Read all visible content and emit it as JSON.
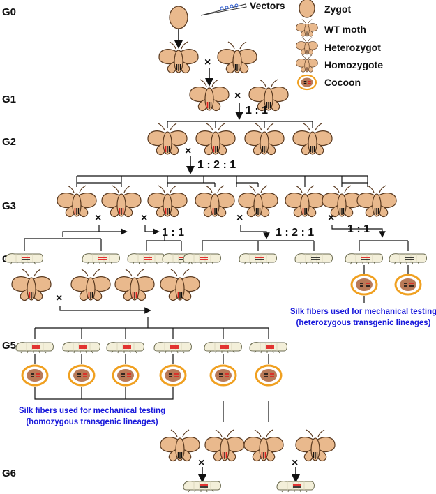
{
  "generations": {
    "g0": "G0",
    "g1": "G1",
    "g2": "G2",
    "g3": "G3",
    "g4": "G4",
    "g5": "G5",
    "g6": "G6"
  },
  "vectors_label": "Vectors",
  "legend": {
    "zygote": "Zygot",
    "wt_moth": "WT moth",
    "heterozygot": "Heterozygot",
    "homozygote": "Homozygote",
    "cocoon": "Cocoon"
  },
  "ratios": {
    "g1_split": "1 : 1",
    "g2_split": "1 : 2 : 1",
    "g3_cross_b": "1 : 1",
    "g3_cross_c": "1 : 2 : 1",
    "g3_cross_d": "1 : 1"
  },
  "cross_symbol": "×",
  "notes": {
    "hetero_line1": "Silk fibers used for mechanical testing",
    "hetero_line2": "(heterozygous transgenic lineages)",
    "homo_line1": "Silk fibers used for mechanical testing",
    "homo_line2": "(homozygous transgenic lineages)"
  },
  "colors": {
    "moth_body": "#e9b98d",
    "outline": "#5a3a20",
    "red_stripe": "#e02020",
    "black_stripe": "#111111",
    "cocoon_ring": "#f0a020",
    "cocoon_inner": "#b97a58",
    "larva": "#f3efd9",
    "note_text": "#1a1adb"
  }
}
